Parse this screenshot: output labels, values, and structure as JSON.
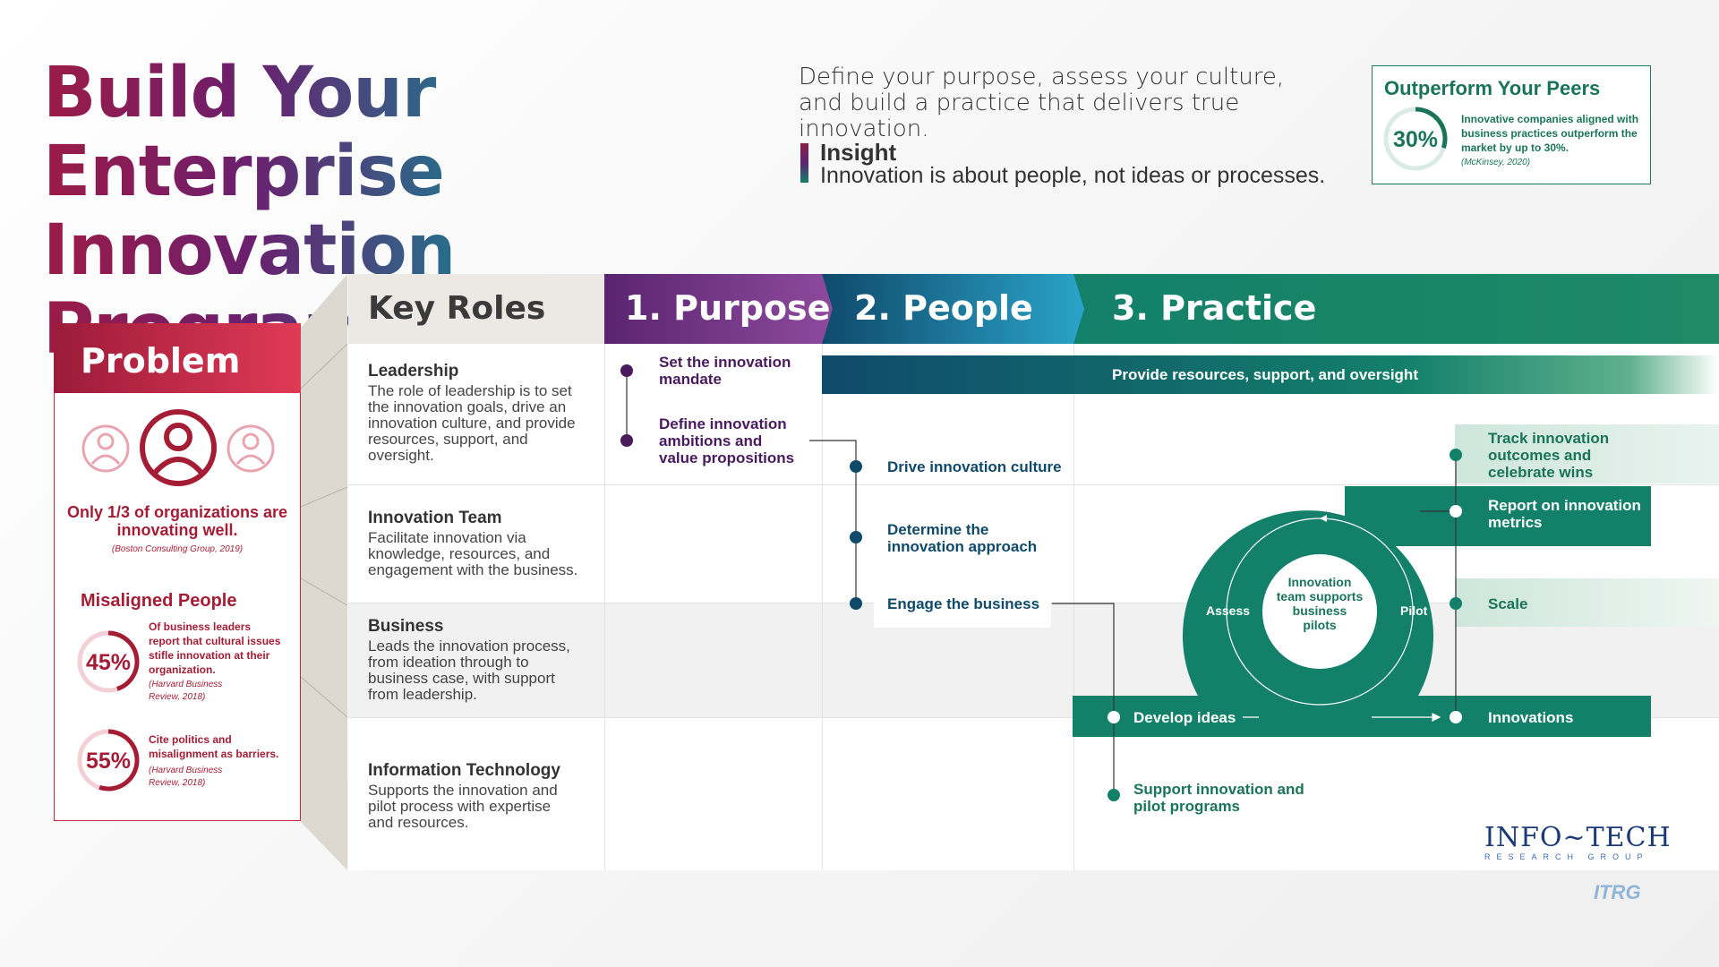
{
  "header": {
    "title_line1_a": "Build Your ",
    "title_line1_b": "Enterprise",
    "title_line2": "Innovation Program",
    "subtitle": "Define your purpose, assess your culture, and build a practice that delivers true innovation.",
    "insight_heading": "Insight",
    "insight_text": "Innovation is about people, not ideas or processes."
  },
  "peers": {
    "heading": "Outperform Your Peers",
    "percent": "30%",
    "percent_value": 0.3,
    "text": "Innovative companies aligned with business practices outperform the market by up to 30%.",
    "source": "(McKinsey, 2020)"
  },
  "problem": {
    "heading": "Problem",
    "stat1": "Only 1/3 of organizations are innovating well.",
    "stat1_source": "(Boston Consulting Group, 2019)",
    "misaligned_heading": "Misaligned People",
    "stat2_percent": "45%",
    "stat2_value": 0.45,
    "stat2_text": "Of business leaders report that cultural issues stifle innovation at their organization.",
    "stat2_source": "(Harvard Business Review, 2018)",
    "stat3_percent": "55%",
    "stat3_value": 0.55,
    "stat3_text": "Cite politics and misalignment as barriers.",
    "stat3_source": "(Harvard Business Review, 2018)"
  },
  "columns": {
    "roles": "Key Roles",
    "purpose": "1. Purpose",
    "people": "2. People",
    "practice": "3. Practice"
  },
  "roles": [
    {
      "title": "Leadership",
      "desc": "The role of leadership is to set the innovation goals, drive an innovation culture, and provide resources, support, and oversight."
    },
    {
      "title": "Innovation Team",
      "desc": "Facilitate innovation via knowledge, resources, and engagement with the business."
    },
    {
      "title": "Business",
      "desc": "Leads the innovation process, from ideation through to business case, with support from leadership."
    },
    {
      "title": "Information Technology",
      "desc": "Supports the innovation and pilot process with expertise and resources."
    }
  ],
  "purpose_items": [
    "Set the innovation mandate",
    "Define innovation ambitions and value propositions"
  ],
  "people_items": [
    "Drive innovation culture",
    "Determine the innovation approach",
    "Engage the business"
  ],
  "practice": {
    "banner": "Provide resources, support, and oversight",
    "track": "Track innovation outcomes and celebrate wins",
    "report": "Report on innovation metrics",
    "scale": "Scale",
    "develop": "Develop ideas",
    "innovations": "Innovations",
    "support": "Support innovation and pilot programs",
    "assess": "Assess",
    "pilot": "Pilot",
    "center": "Innovation team supports business pilots"
  },
  "brand": {
    "logo": "INFO~TECH",
    "logo_sub": "RESEARCH GROUP",
    "itrg": "ITRG"
  },
  "colors": {
    "problem_red": "#a51d35",
    "purpose_purple": "#6b2c7e",
    "people_blue": "#0f4a6b",
    "practice_green": "#13806a"
  }
}
